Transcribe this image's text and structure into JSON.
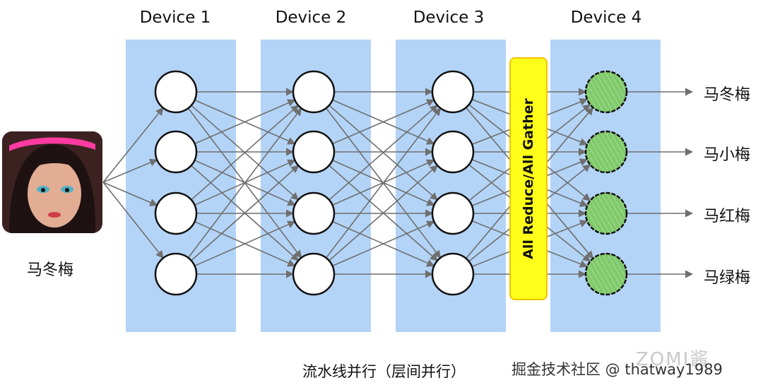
{
  "devices": [
    "Device 1",
    "Device 2",
    "Device 3",
    "Device 4"
  ],
  "input_label": "马冬梅",
  "outputs": [
    "马冬梅",
    "马小梅",
    "马红梅",
    "马绿梅"
  ],
  "all_reduce_label": "All Reduce/All Gather",
  "caption": "流水线并行（层间并行）",
  "watermark": "掘金技术社区 @ thatway1989",
  "watermark_faint": "ZOMI酱",
  "colors": {
    "device_panel": "#b3d4f7",
    "all_reduce": "#ffff1a",
    "output_node": "#7fc96a",
    "edge": "#6f6f6f"
  }
}
